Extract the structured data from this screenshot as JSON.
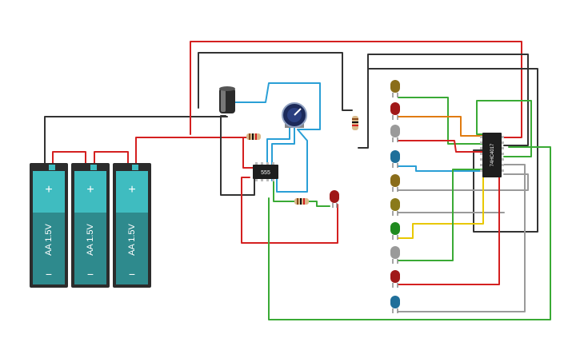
{
  "colors": {
    "red": "#d42020",
    "black": "#333333",
    "blue": "#2a9fd6",
    "green": "#3aaa35",
    "gray": "#9a9a9a",
    "orange": "#e07b10",
    "yellow": "#e8c800",
    "battery_body": "#2c2c2c",
    "battery_cell": "#3fbcc0",
    "battery_cell_dark": "#2e8a8d",
    "chip": "#1e1e1e"
  },
  "batteries": [
    {
      "label": "AA 1.5V",
      "plus": "+",
      "minus": "−"
    },
    {
      "label": "AA 1.5V",
      "plus": "+",
      "minus": "−"
    },
    {
      "label": "AA 1.5V",
      "plus": "+",
      "minus": "−"
    }
  ],
  "timer_chip": {
    "label": "555"
  },
  "counter_chip": {
    "label": "74HC4017"
  },
  "leds": [
    {
      "color": "brown",
      "fill": "#8a6d1a"
    },
    {
      "color": "red",
      "fill": "#a01818"
    },
    {
      "color": "gray",
      "fill": "#9a9a9a"
    },
    {
      "color": "blue",
      "fill": "#1f6f9a"
    },
    {
      "color": "brown",
      "fill": "#8a6d1a"
    },
    {
      "color": "olive",
      "fill": "#8a7a1a"
    },
    {
      "color": "green",
      "fill": "#1f8a1f"
    },
    {
      "color": "gray",
      "fill": "#9a9a9a"
    },
    {
      "color": "red",
      "fill": "#a01818"
    },
    {
      "color": "blue",
      "fill": "#1f6f9a"
    }
  ],
  "timer_led": {
    "color": "red",
    "fill": "#a01818"
  },
  "components": {
    "capacitor": "electrolytic-capacitor",
    "potentiometer": "potentiometer",
    "resistors": 3
  }
}
